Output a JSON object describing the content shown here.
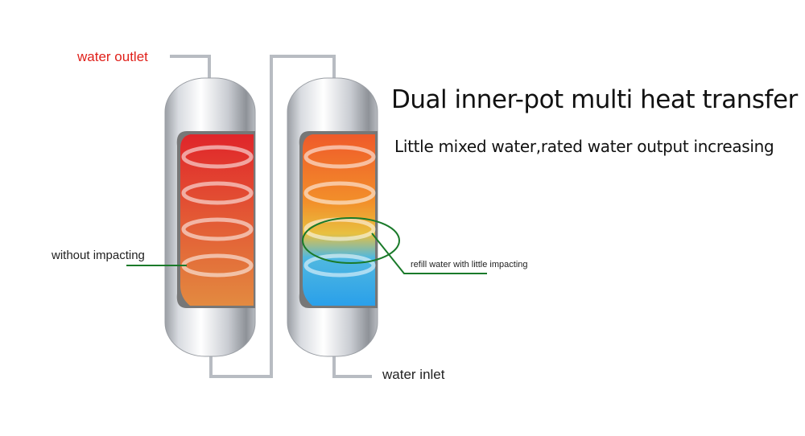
{
  "title": "Dual inner-pot multi heat transfer",
  "subtitle": "Little mixed water,rated water output increasing",
  "labels": {
    "water_outlet": "water outlet",
    "water_inlet": "water inlet",
    "without_impacting": "without impacting",
    "refill": "refill water with little impacting"
  },
  "colors": {
    "outlet_label": "#e0201a",
    "callout_line": "#1a7a2a",
    "hot": "#e02a25",
    "warm": "#f08a30",
    "cold": "#30a8e8"
  }
}
